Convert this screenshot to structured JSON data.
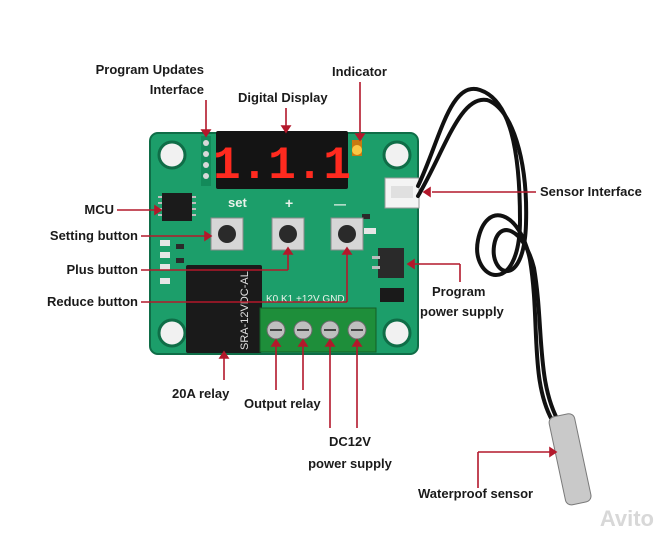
{
  "labels": {
    "program_updates_1": "Program Updates",
    "program_updates_2": "Interface",
    "digital_display": "Digital Display",
    "indicator": "Indicator",
    "sensor_interface": "Sensor Interface",
    "mcu": "MCU",
    "setting_button": "Setting button",
    "plus_button": "Plus button",
    "reduce_button": "Reduce button",
    "program_power_1": "Program",
    "program_power_2": "power supply",
    "relay_20a": "20A relay",
    "output_relay": "Output relay",
    "dc12v_1": "DC12V",
    "dc12v_2": "power supply",
    "waterproof_sensor": "Waterproof sensor"
  },
  "display": {
    "digits": "1.1.1"
  },
  "silkscreen": {
    "set": "set",
    "plus": "+",
    "minus": "—",
    "relay_text": "SRA-12VDC-AL",
    "terminals": "K0  K1  +12V  GND"
  },
  "watermark": "Avito",
  "colors": {
    "pcb": "#1c9e6a",
    "led": "#ff2a1f",
    "leader": "#b3182b"
  }
}
